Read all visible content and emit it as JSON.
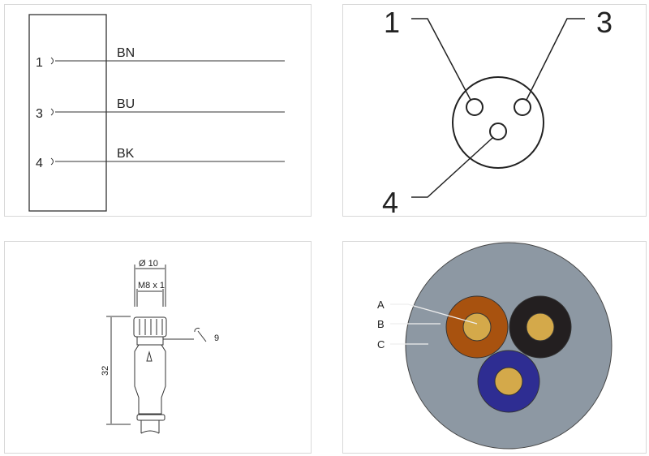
{
  "wiring": {
    "pins": [
      {
        "num": "1",
        "wire": "BN"
      },
      {
        "num": "3",
        "wire": "BU"
      },
      {
        "num": "4",
        "wire": "BK"
      }
    ]
  },
  "pinout": {
    "labels": [
      "1",
      "3",
      "4"
    ]
  },
  "dimensions": {
    "diameter": "Ø 10",
    "thread": "M8 x 1",
    "length": "32",
    "wrench": "9"
  },
  "cross_section": {
    "labels": [
      "A",
      "B",
      "C"
    ],
    "colors": {
      "jacket": "#8d98a3",
      "brown": "#a8520f",
      "black": "#231f20",
      "blue": "#2e2d92",
      "core": "#d4a94a"
    }
  }
}
